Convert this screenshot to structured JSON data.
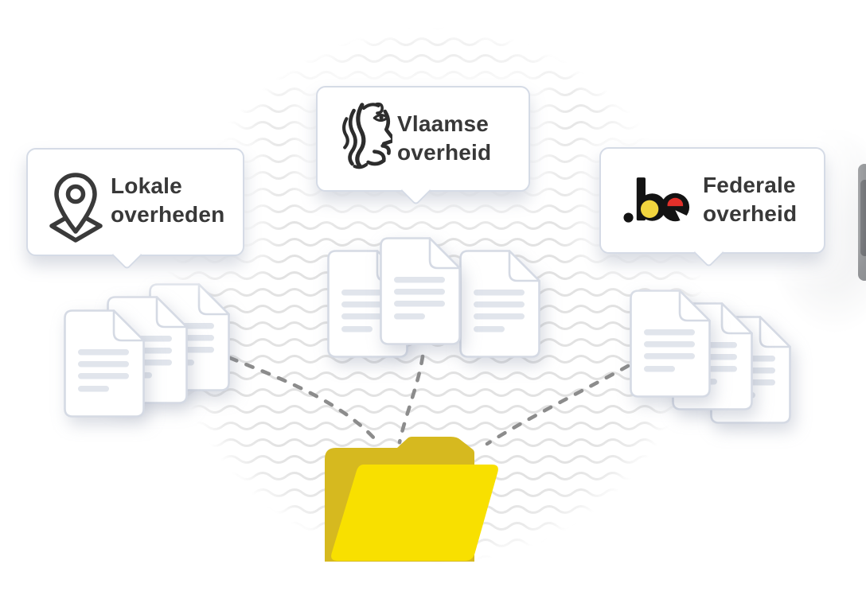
{
  "illustration": {
    "description": "documents-from-three-governments-collected-into-folder",
    "bubbles": [
      {
        "icon": "map-pin-icon",
        "line1": "Lokale",
        "line2": "overheden"
      },
      {
        "icon": "flemish-lion-icon",
        "line1": "Vlaamse",
        "line2": "overheid"
      },
      {
        "icon": "dot-be-icon",
        "line1": "Federale",
        "line2": "overheid"
      }
    ],
    "colors": {
      "folder_front": "#f8e000",
      "folder_back": "#d6b91f",
      "wave_line": "#dddddd",
      "dashed_line": "#8c8c8c",
      "bubble_border": "#d5dbe6",
      "text": "#383838",
      "be_yellow": "#f2d53e",
      "be_red": "#e2302a"
    }
  }
}
